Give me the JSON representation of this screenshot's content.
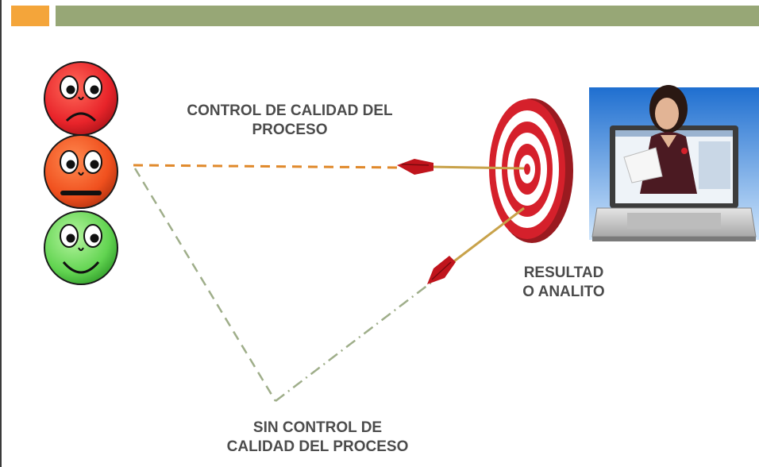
{
  "labels": {
    "control": "CONTROL DE CALIDAD  DEL\nPROCESO",
    "result": "RESULTAD\nO ANALITO",
    "sin_control": "SIN CONTROL DE\nCALIDAD DEL PROCESO"
  },
  "colors": {
    "accent_orange": "#f4a53a",
    "header_green": "#97a776",
    "face_sad": "#e8242a",
    "face_neutral": "#f0501e",
    "face_happy": "#62d451",
    "target_red": "#d5202b",
    "dash_orange": "#e0892b",
    "dash_green": "#9fae8a"
  },
  "icons": [
    "sad-face-icon",
    "neutral-face-icon",
    "happy-face-icon",
    "target-icon",
    "arrow-icon",
    "laptop-icon",
    "person-icon"
  ]
}
